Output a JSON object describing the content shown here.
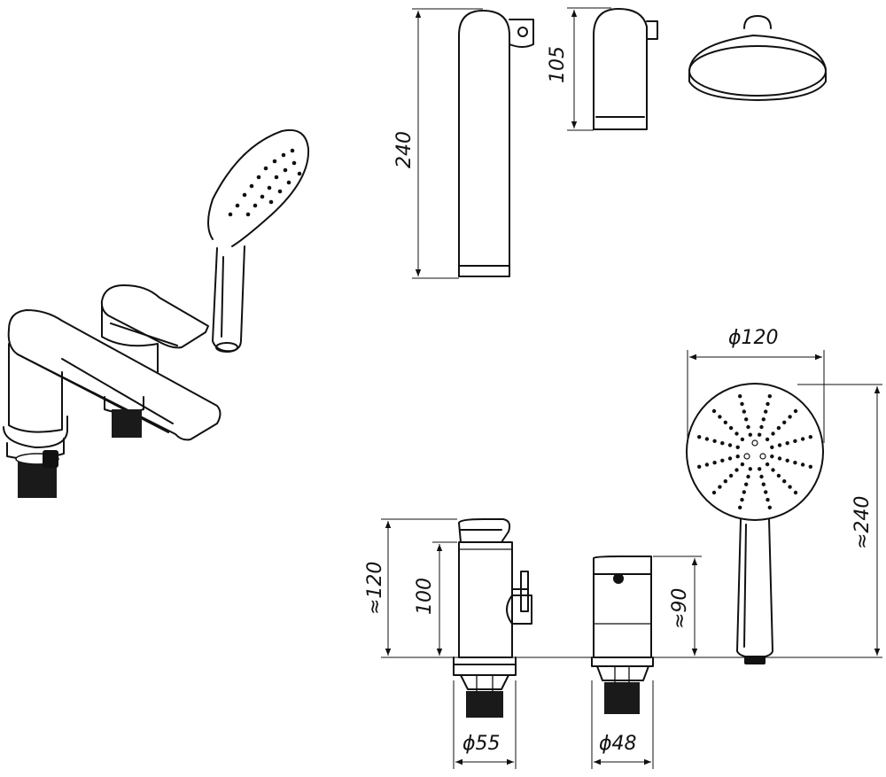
{
  "dimensions": {
    "spout_height": "240",
    "handle_height": "105",
    "shower_diameter": "ϕ120",
    "shower_length": "≈240",
    "mixer_total_height": "≈120",
    "mixer_body_height": "100",
    "diverter_height": "≈90",
    "mixer_diameter": "ϕ55",
    "diverter_diameter": "ϕ48"
  },
  "colors": {
    "line": "#111111",
    "background": "#ffffff"
  }
}
